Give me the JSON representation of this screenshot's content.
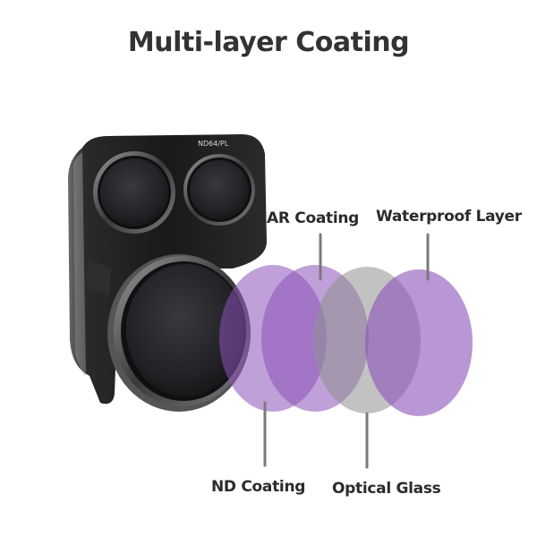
{
  "title": "Multi-layer Coating",
  "product": {
    "engraving": "ND64/PL"
  },
  "layers": [
    {
      "id": "nd",
      "label": "ND Coating",
      "color": "#8a52b8"
    },
    {
      "id": "ar",
      "label": "AR Coating",
      "color": "#8a52b8"
    },
    {
      "id": "og",
      "label": "Optical Glass",
      "color": "#8f8f8f"
    },
    {
      "id": "wp",
      "label": "Waterproof Layer",
      "color": "#8a52b8"
    }
  ],
  "colors": {
    "title": "#333333",
    "label": "#2b2b2b",
    "leader_line": "#7a7a7a",
    "filter_body": "#1c1c1e"
  }
}
